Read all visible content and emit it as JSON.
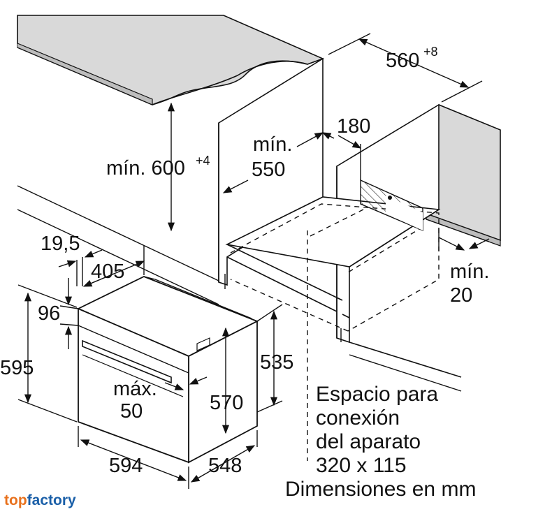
{
  "dimensions": {
    "niche_width": "560",
    "niche_width_tol": "+8",
    "niche_height": "mín. 600",
    "niche_height_tol": "+4",
    "min_depth_l1": "mín.",
    "min_depth_l2": "550",
    "conn_offset": "180",
    "min_gap_l1": "mín.",
    "min_gap_l2": "20",
    "frame_thickness": "19,5",
    "frame_depth": "405",
    "panel_height": "96",
    "total_height": "595",
    "body_height": "570",
    "body_side_height": "535",
    "handle_l1": "máx.",
    "handle_l2": "50",
    "total_width": "594",
    "total_depth": "548"
  },
  "notes": {
    "line1": "Espacio para",
    "line2": "conexión",
    "line3": "del aparato",
    "line4": "320 x 115",
    "line5": "Dimensiones en mm"
  },
  "brand": {
    "part1": "top",
    "part2": "factory",
    "color1": "#e8711d",
    "color2": "#1a5fa8"
  }
}
